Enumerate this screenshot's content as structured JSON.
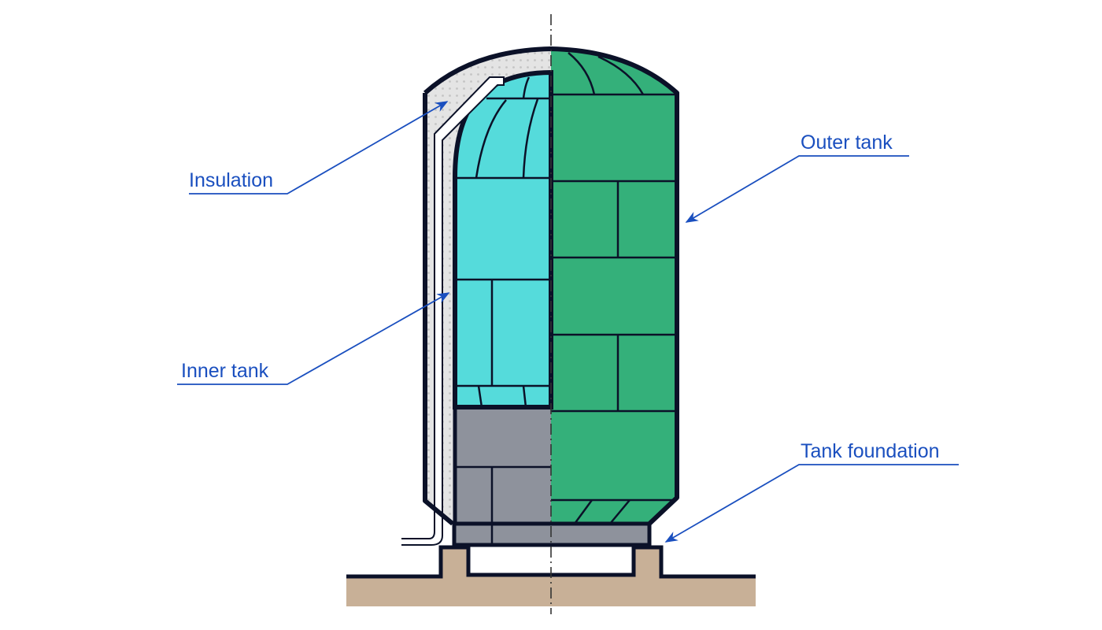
{
  "labels": {
    "insulation": "Insulation",
    "inner_tank": "Inner tank",
    "outer_tank": "Outer tank",
    "tank_foundation": "Tank foundation"
  },
  "colors": {
    "label": "#1a4fbf",
    "outline": "#0b1128",
    "outer_tank": "#34b07a",
    "inner_tank": "#55dbdb",
    "insulation": "#e4e4e4",
    "foundation": "#8e929c",
    "ground": "#c8b097"
  }
}
